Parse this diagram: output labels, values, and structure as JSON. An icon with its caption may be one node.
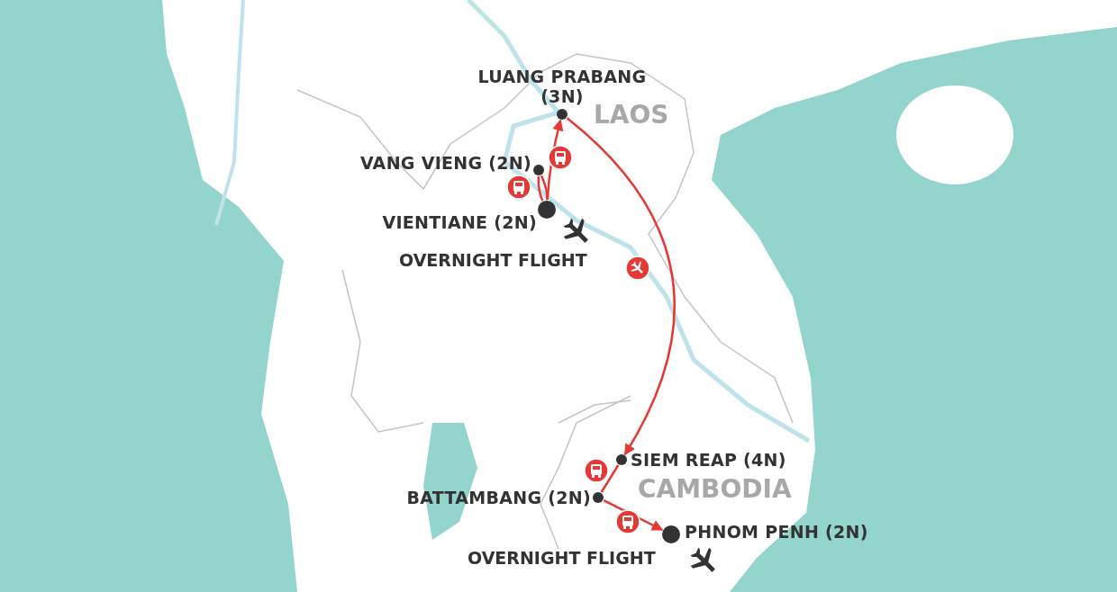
{
  "diagram": {
    "nodes": [
      {
        "text": [
          "LUANG PRABANG (3N)"
        ]
      },
      {
        "text": [
          "VANG VIENG (2N)"
        ]
      },
      {
        "text": [
          "VIENTIANE (2N)"
        ]
      },
      {
        "text": [
          "SIEM REAP (4N)"
        ]
      },
      {
        "text": [
          "BATTAMBANG (2N)"
        ]
      },
      {
        "text": [
          "PHNOM PENH (2N)"
        ]
      }
    ],
    "edges": [
      {
        "from": 2,
        "to": 1,
        "arrow": "none"
      },
      {
        "from": 1,
        "to": 2,
        "arrow": "none"
      },
      {
        "from": 2,
        "to": 0,
        "arrow": "to"
      },
      {
        "from": 0,
        "to": 3,
        "arrow": "to"
      },
      {
        "from": 3,
        "to": 4,
        "arrow": "none"
      },
      {
        "from": 4,
        "to": 5,
        "arrow": "to"
      }
    ],
    "labels": [
      "LAOS",
      "OVERNIGHT FLIGHT",
      "CAMBODIA",
      "OVERNIGHT FLIGHT"
    ]
  }
}
